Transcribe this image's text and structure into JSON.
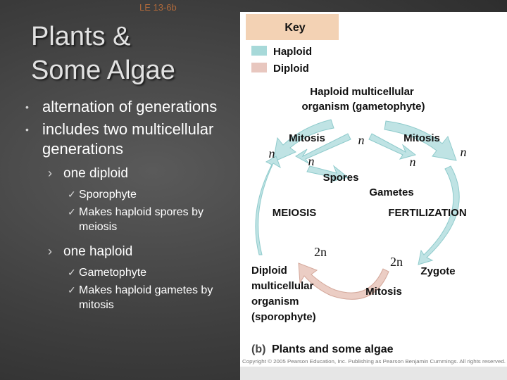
{
  "slide_ref": "LE 13-6b",
  "title_lines": [
    "Plants &",
    "Some Algae"
  ],
  "bullets": [
    {
      "text": "alternation of generations"
    },
    {
      "text": "includes two multicellular generations"
    }
  ],
  "sub_bullets": [
    {
      "text": "one diploid",
      "items": [
        "Sporophyte",
        "Makes haploid spores by meiosis"
      ]
    },
    {
      "text": "one haploid",
      "items": [
        "Gametophyte",
        "Makes haploid gametes by mitosis"
      ]
    }
  ],
  "diagram": {
    "key": {
      "heading": "Key",
      "haploid_label": "Haploid",
      "diploid_label": "Diploid",
      "haploid_color": "#a7d9d9",
      "diploid_color": "#e8c7bf"
    },
    "colors": {
      "key_header_bg": "#f3d2b4",
      "arrow_outer": "#bfe3e4",
      "arrow_edge": "#8fcbcc",
      "arrow_diploid": "#ebcdc4",
      "arrow_diploid_edge": "#d4a89b"
    },
    "labels": {
      "gametophyte_line1": "Haploid multicellular",
      "gametophyte_line2": "organism (gametophyte)",
      "mitosis_left": "Mitosis",
      "mitosis_right": "Mitosis",
      "mitosis_bottom": "Mitosis",
      "n_symbol": "n",
      "two_n_symbol": "2n",
      "spores": "Spores",
      "gametes": "Gametes",
      "meiosis": "MEIOSIS",
      "fertilization": "FERTILIZATION",
      "zygote": "Zygote",
      "sporophyte_lines": [
        "Diploid",
        "multicellular",
        "organism",
        "(sporophyte)"
      ],
      "caption_tag": "(b)",
      "caption": "Plants and some algae",
      "copyright": "Copyright © 2005 Pearson Education, Inc. Publishing as Pearson Benjamin Cummings. All rights reserved."
    }
  }
}
